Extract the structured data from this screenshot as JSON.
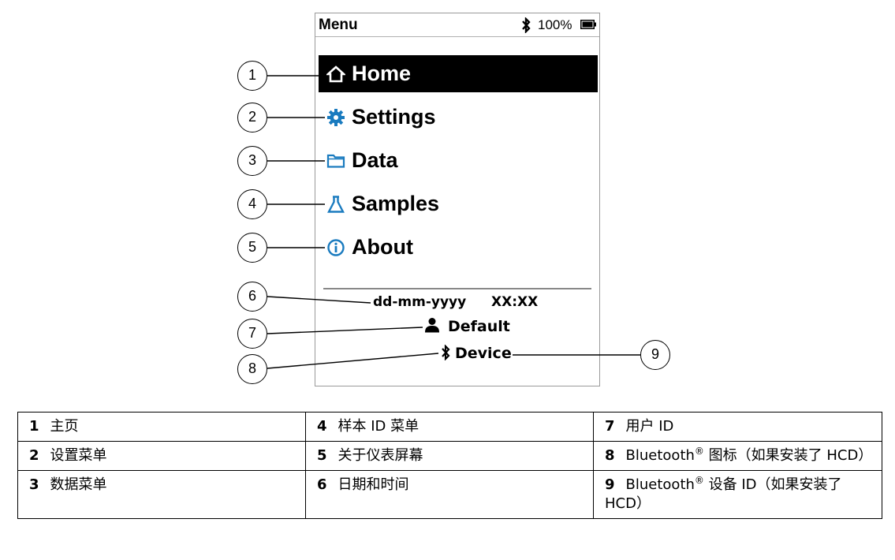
{
  "status_bar": {
    "title": "Menu",
    "battery": "100%",
    "bluetooth_icon": "bluetooth-icon",
    "battery_icon": "battery-full-icon"
  },
  "menu": {
    "items": [
      {
        "label": "Home",
        "icon": "home-icon",
        "selected": true
      },
      {
        "label": "Settings",
        "icon": "gear-icon",
        "selected": false
      },
      {
        "label": "Data",
        "icon": "folder-icon",
        "selected": false
      },
      {
        "label": "Samples",
        "icon": "flask-icon",
        "selected": false
      },
      {
        "label": "About",
        "icon": "info-icon",
        "selected": false
      }
    ],
    "icon_color": "#1a7bbf"
  },
  "footer": {
    "date": "dd-mm-yyyy",
    "time": "XX:XX",
    "user": "Default",
    "device": "Device"
  },
  "callouts": [
    "1",
    "2",
    "3",
    "4",
    "5",
    "6",
    "7",
    "8",
    "9"
  ],
  "legend": {
    "rows": [
      [
        {
          "num": "1",
          "text": "主页"
        },
        {
          "num": "4",
          "text": "样本 ID 菜单"
        },
        {
          "num": "7",
          "text": "用户 ID"
        }
      ],
      [
        {
          "num": "2",
          "text": "设置菜单"
        },
        {
          "num": "5",
          "text": "关于仪表屏幕"
        },
        {
          "num": "8",
          "text_pre": "Bluetooth",
          "sup": "®",
          "text_post": " 图标（如果安装了 HCD）"
        }
      ],
      [
        {
          "num": "3",
          "text": "数据菜单"
        },
        {
          "num": "6",
          "text": "日期和时间"
        },
        {
          "num": "9",
          "text_pre": "Bluetooth",
          "sup": "®",
          "text_post": " 设备 ID（如果安装了 HCD）"
        }
      ]
    ]
  }
}
